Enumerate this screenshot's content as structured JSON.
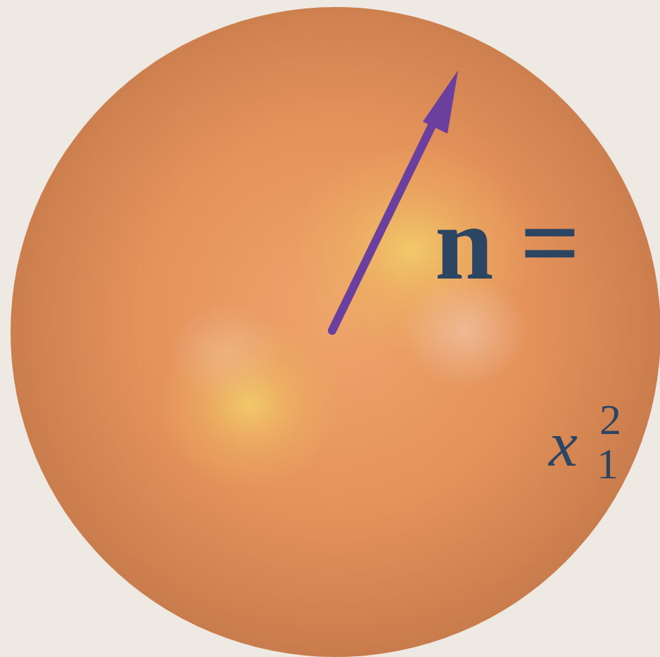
{
  "diagram": {
    "labels": [
      "n =",
      "x",
      "2",
      "1"
    ]
  }
}
